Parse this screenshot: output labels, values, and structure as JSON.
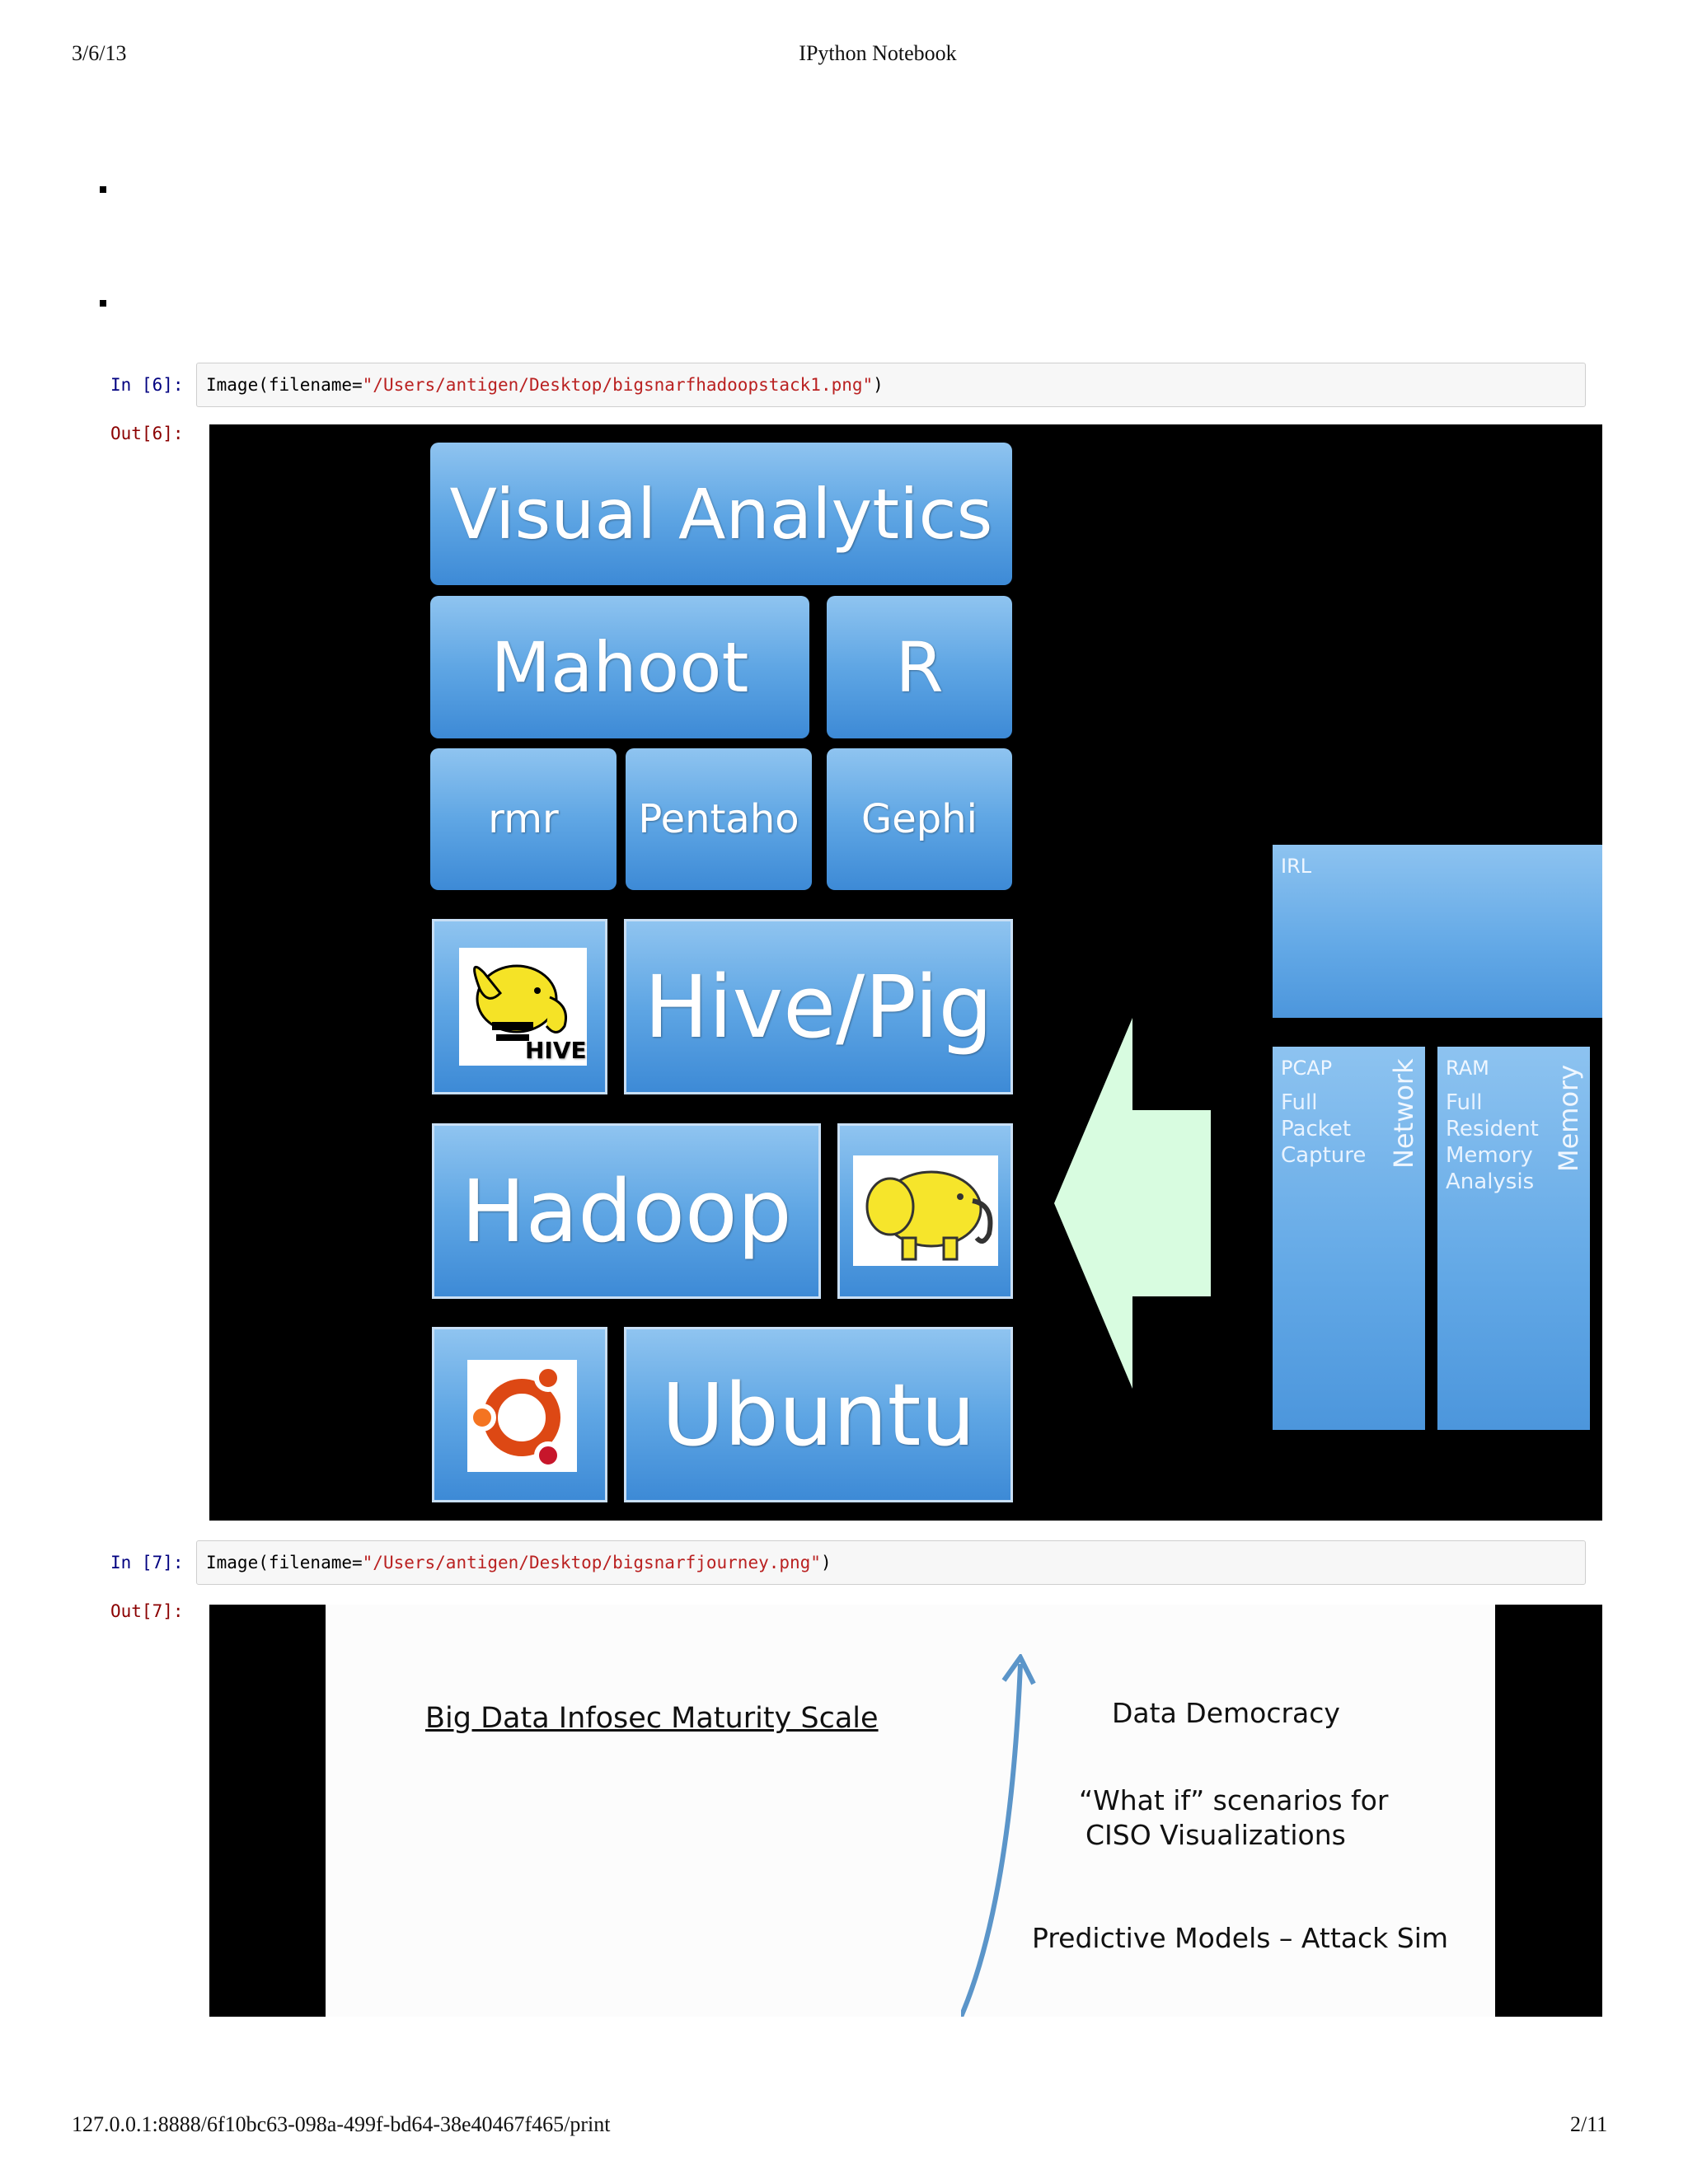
{
  "header": {
    "date": "3/6/13",
    "title": "IPython Notebook"
  },
  "footer": {
    "url": "127.0.0.1:8888/6f10bc63-098a-499f-bd64-38e40467f465/print",
    "page": "2/11"
  },
  "cells": [
    {
      "in_prompt": "In [6]:",
      "code_prefix": "Image(filename=",
      "code_string": "\"/Users/antigen/Desktop/bigsnarfhadoopstack1.png\"",
      "code_suffix": ")",
      "out_prompt": "Out[6]:"
    },
    {
      "in_prompt": "In [7]:",
      "code_prefix": "Image(filename=",
      "code_string": "\"/Users/antigen/Desktop/bigsnarfjourney.png\"",
      "code_suffix": ")",
      "out_prompt": "Out[7]:"
    }
  ],
  "stack_image": {
    "visual_analytics": "Visual Analytics",
    "mahoot": "Mahoot",
    "r": "R",
    "rmr": "rmr",
    "pentaho": "Pentaho",
    "gephi": "Gephi",
    "hive_pig": "Hive/Pig",
    "hive_logo_text": "HIVE",
    "hadoop": "Hadoop",
    "ubuntu": "Ubuntu",
    "irl": "IRL",
    "pcap": "PCAP",
    "pcap_desc": [
      "Full",
      "Packet",
      "Capture"
    ],
    "network": "Network",
    "ram": "RAM",
    "ram_desc": [
      "Full",
      "Resident",
      "Memory",
      "Analysis"
    ],
    "memory": "Memory",
    "arrow_color": "#d8fce0",
    "box_color": "#5fa6e4"
  },
  "journey_image": {
    "title": "Big Data Infosec Maturity Scale",
    "levels": [
      "Data Democracy",
      "“What if” scenarios for",
      "CISO Visualizations",
      "Predictive Models – Attack Sim"
    ],
    "arrow_color": "#5b95c9"
  }
}
